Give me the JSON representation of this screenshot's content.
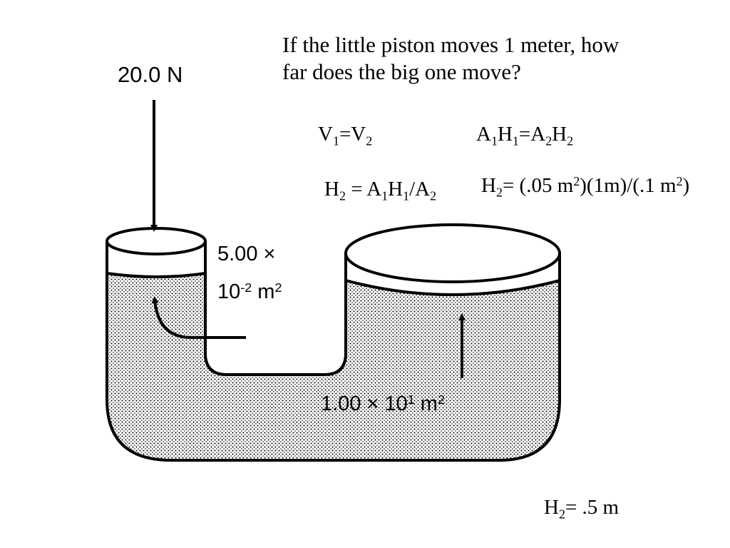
{
  "question": {
    "line1": "If the little piston moves 1 meter, how",
    "line2": "far does the big one move?"
  },
  "equations": {
    "v": {
      "a": "V",
      "a_sub": "1",
      "eq": "=V",
      "b_sub": "2"
    },
    "ah": {
      "p1": "A",
      "s1": "1",
      "p2": "H",
      "s2": "1",
      "p3": "=A",
      "s3": "2",
      "p4": "H",
      "s4": "2"
    },
    "h2_formula": {
      "p1": "H",
      "s1": "2",
      "p2": " = A",
      "s2": "1",
      "p3": "H",
      "s3": "1",
      "p4": "/A",
      "s4": "2"
    },
    "h2_subst": {
      "p1": "H",
      "s1": "2",
      "p2": "= (.05 m",
      "e1": "2",
      "p3": ")(1m)/(.1 m",
      "e2": "2",
      "p4": ")"
    },
    "h2_result": {
      "p1": "H",
      "s1": "2",
      "p2": "= .5 m"
    }
  },
  "diagram": {
    "force_label": "20.0 N",
    "small_area": {
      "line1": "5.00 ×",
      "line2_base": "10",
      "line2_exp": "-2",
      "line2_unit": " m",
      "line2_unit_exp": "2"
    },
    "large_area": {
      "base": "1.00 × 10",
      "exp": "1",
      "unit": " m",
      "unit_exp": "2"
    }
  },
  "colors": {
    "ink": "#000000",
    "fluid_dots": "#000000",
    "background": "#ffffff"
  }
}
